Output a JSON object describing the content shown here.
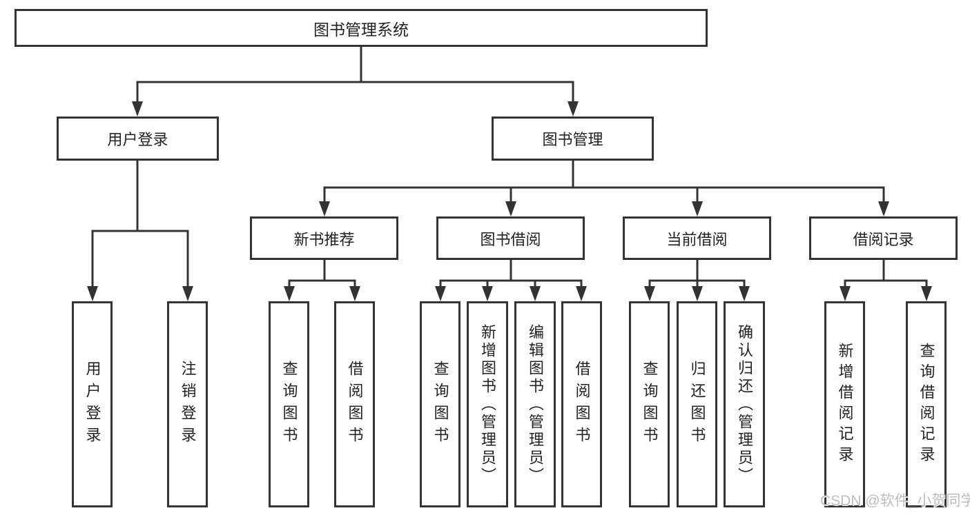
{
  "root": {
    "label": "图书管理系统"
  },
  "level2": {
    "user_login": "用户登录",
    "book_management": "图书管理"
  },
  "level3": {
    "new_book_recommend": "新书推荐",
    "book_borrow": "图书借阅",
    "current_borrow": "当前借阅",
    "borrow_records": "借阅记录"
  },
  "leaves": {
    "user_login": "用户登录",
    "logout": "注销登录",
    "rec_query_book": "查询图书",
    "rec_borrow_book": "借阅图书",
    "borrow_query_book": "查询图书",
    "borrow_add_book": "新增图书（管理员）",
    "borrow_edit_book": "编辑图书（管理员）",
    "borrow_borrow_book": "借阅图书",
    "current_query_book": "查询图书",
    "current_return_book": "归还图书",
    "current_confirm_return": "确认归还（管理员）",
    "records_add_record": "新增借阅记录",
    "records_query_record": "查询借阅记录"
  },
  "watermark": {
    "text": "CSDN @软件_小贺同学"
  },
  "colors": {
    "line": "#333333",
    "box_border": "#333333",
    "text": "#222222",
    "watermark": "#bdbdbd",
    "background": "#ffffff"
  }
}
